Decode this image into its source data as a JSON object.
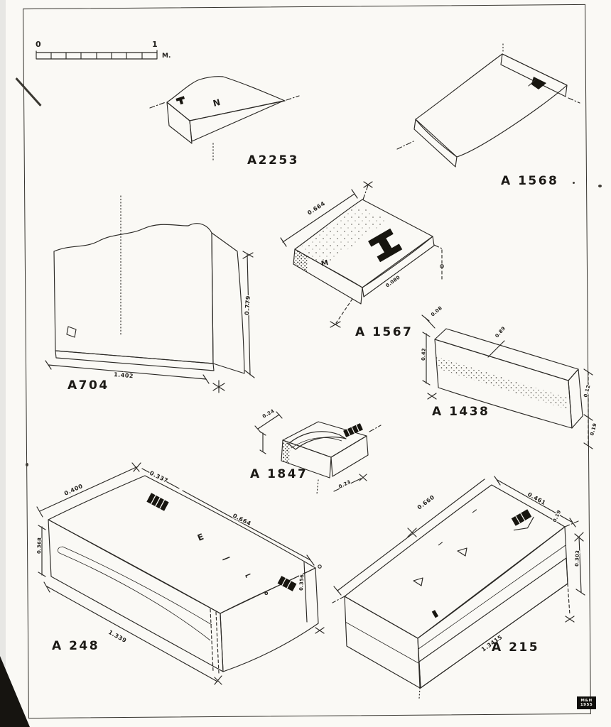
{
  "page": {
    "background": "#e7e7e4",
    "sheet": "#faf9f5",
    "ink": "#22201c"
  },
  "scale_bar": {
    "zero": "0",
    "one": "1",
    "unit": "M."
  },
  "stamp": {
    "line1": "M&H",
    "line2": "1955"
  },
  "figures": {
    "a2253": {
      "label": "A2253",
      "marks": [
        "Ν"
      ]
    },
    "a1568": {
      "label": "A 1568"
    },
    "a704": {
      "label": "A704",
      "dim_bottom": "1.402",
      "dim_right": "0.779"
    },
    "a1567": {
      "label": "A 1567",
      "dim_top": "0.664",
      "dim_edge": "0.080",
      "marks": [
        "Μ"
      ]
    },
    "a1438": {
      "label": "A 1438",
      "dim_left": "0.42",
      "dim_top": "0.89",
      "dim_corner": "0.08",
      "dim_right_upper": "0.12",
      "dim_right_lower": "0.19"
    },
    "a1847": {
      "label": "A 1847",
      "dim_top": "0.24",
      "dim_bottom": "0.23"
    },
    "a248": {
      "label": "A 248",
      "dim_top_left": "0.400",
      "dim_top_mid": "0.337",
      "dim_top_right": "0.664",
      "dim_left": "0.368",
      "dim_bottom": "1.339",
      "dim_right": "0.356",
      "marks": [
        "Ε",
        "—",
        "⌐",
        "o"
      ]
    },
    "a215": {
      "label": "A 215",
      "dim_top_left": "0.660",
      "dim_top_right": "0.461",
      "dim_right_small": "0.19",
      "dim_right": "0.303",
      "dim_bottom": "1.3415",
      "marks": [
        "—",
        "▷",
        "—",
        "▷"
      ]
    }
  }
}
